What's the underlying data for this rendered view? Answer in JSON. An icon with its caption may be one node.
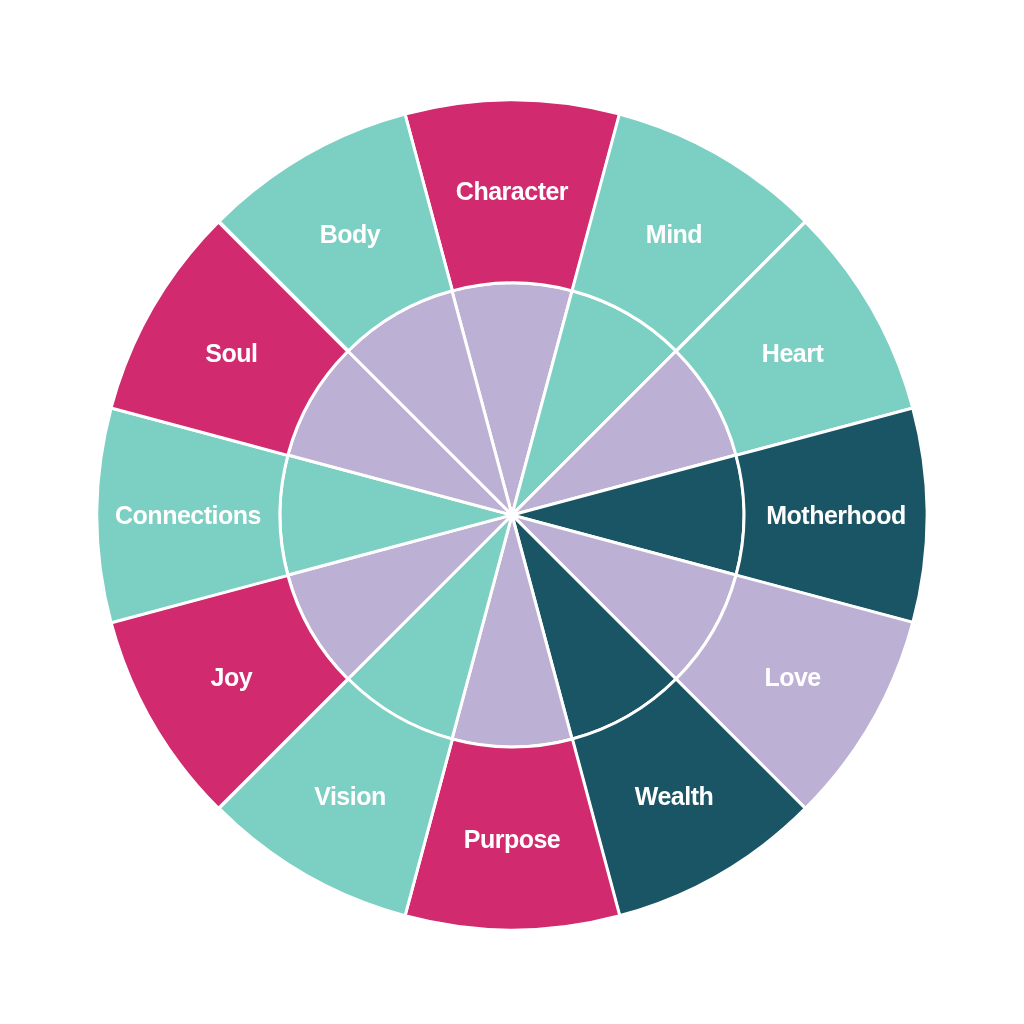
{
  "diagram": {
    "nodes": [
      {
        "text": [
          "Character"
        ]
      },
      {
        "text": [
          "Mind"
        ]
      },
      {
        "text": [
          "Heart"
        ]
      },
      {
        "text": [
          "Motherhood"
        ]
      },
      {
        "text": [
          "Love"
        ]
      },
      {
        "text": [
          "Wealth"
        ]
      },
      {
        "text": [
          "Purpose"
        ]
      },
      {
        "text": [
          "Vision"
        ]
      },
      {
        "text": [
          "Joy"
        ]
      },
      {
        "text": [
          "Connections"
        ]
      },
      {
        "text": [
          "Soul"
        ]
      },
      {
        "text": [
          "Body"
        ]
      }
    ]
  }
}
